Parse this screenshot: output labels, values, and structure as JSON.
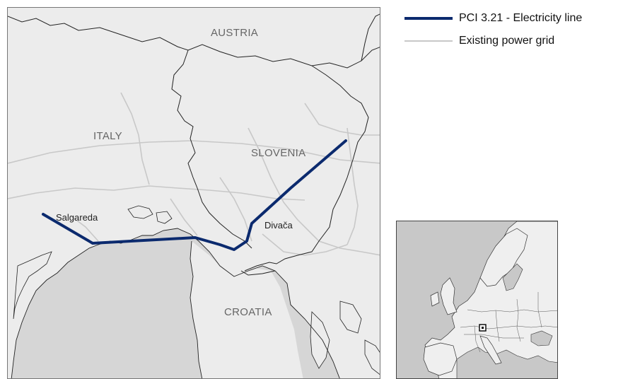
{
  "map": {
    "country_labels": {
      "austria": "AUSTRIA",
      "italy": "ITALY",
      "slovenia": "SLOVENIA",
      "croatia": "CROATIA"
    },
    "city_labels": {
      "salgareda": "Salgareda",
      "divaca": "Divača"
    }
  },
  "legend": {
    "items": [
      {
        "label": "PCI 3.21 - Electricity line",
        "color": "#0b2a6e"
      },
      {
        "label": "Existing power grid",
        "color": "#c8c8c8"
      }
    ]
  },
  "colors": {
    "land": "#ececec",
    "sea": "#d6d6d6",
    "pci_line": "#0b2a6e",
    "grid": "#c8c8c8",
    "border": "#222222"
  }
}
